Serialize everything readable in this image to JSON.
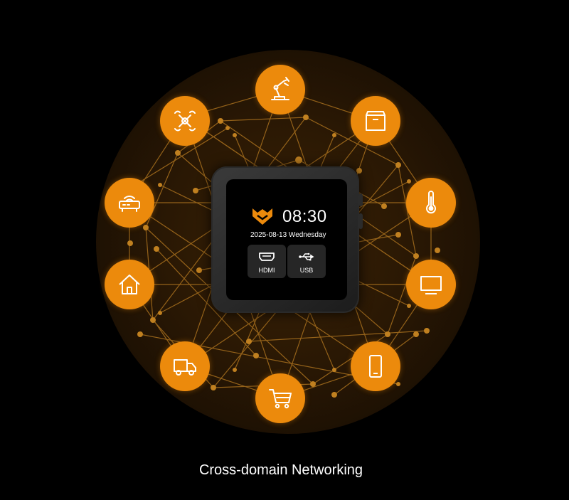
{
  "device": {
    "time": "08:30",
    "date": "2025-08-13 Wednesday",
    "tiles": [
      {
        "label": "HDMI",
        "icon": "hdmi-port-icon"
      },
      {
        "label": "USB",
        "icon": "usb-icon"
      }
    ]
  },
  "nodes": [
    {
      "icon": "robot-arm-icon"
    },
    {
      "icon": "package-box-icon"
    },
    {
      "icon": "thermometer-icon"
    },
    {
      "icon": "monitor-icon"
    },
    {
      "icon": "smartphone-icon"
    },
    {
      "icon": "shopping-cart-icon"
    },
    {
      "icon": "delivery-truck-icon"
    },
    {
      "icon": "home-icon"
    },
    {
      "icon": "router-icon"
    },
    {
      "icon": "drone-icon"
    }
  ],
  "caption": "Cross-domain Networking",
  "colors": {
    "accent": "#ec8a0c",
    "network_line": "#a8701e",
    "background": "#000000"
  }
}
